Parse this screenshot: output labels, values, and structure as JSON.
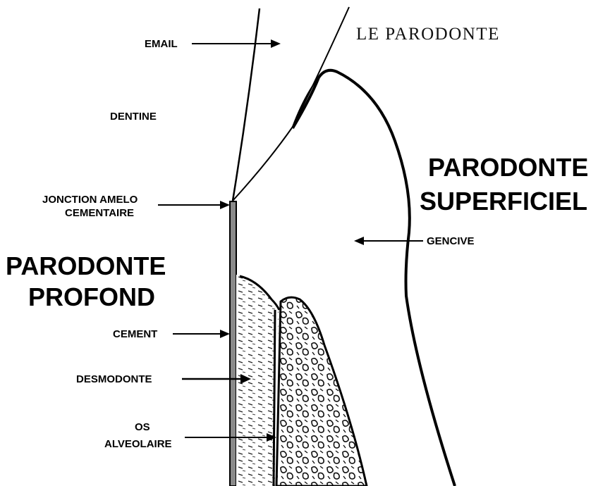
{
  "diagram": {
    "title": "LE PARODONTE",
    "regions": {
      "superficiel_line1": "PARODONTE",
      "superficiel_line2": "SUPERFICIEL",
      "profond_line1": "PARODONTE",
      "profond_line2": "PROFOND"
    },
    "labels": {
      "email": "EMAIL",
      "dentine": "DENTINE",
      "jonction_line1": "JONCTION AMELO",
      "jonction_line2": "CEMENTAIRE",
      "gencive": "GENCIVE",
      "cement": "CEMENT",
      "desmodonte": "DESMODONTE",
      "os_line1": "OS",
      "os_line2": "ALVEOLAIRE"
    }
  }
}
